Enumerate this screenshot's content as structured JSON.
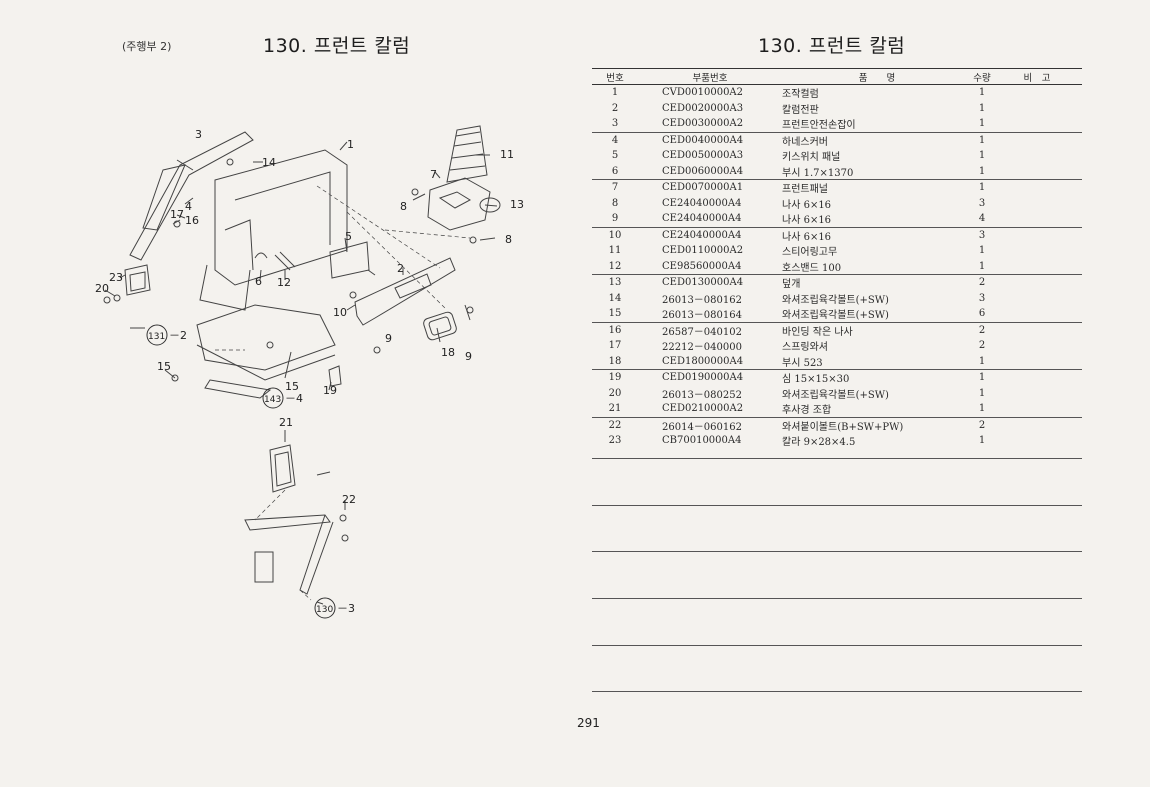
{
  "header": {
    "section_label": "(주행부 2)",
    "title_left": "130. 프런트 칼럼",
    "title_right": "130. 프런트 칼럼"
  },
  "table": {
    "headers": {
      "no": "번호",
      "part_no": "부품번호",
      "name": "품　　명",
      "qty": "수량",
      "remark": "비　고"
    },
    "rows": [
      {
        "no": "1",
        "part_no": "CVD0010000A2",
        "name": "조작컬럼",
        "qty": "1"
      },
      {
        "no": "2",
        "part_no": "CED0020000A3",
        "name": "칼럼전판",
        "qty": "1"
      },
      {
        "no": "3",
        "part_no": "CED0030000A2",
        "name": "프런트안전손잡이",
        "qty": "1"
      },
      {
        "no": "4",
        "part_no": "CED0040000A4",
        "name": "하네스커버",
        "qty": "1"
      },
      {
        "no": "5",
        "part_no": "CED0050000A3",
        "name": "키스위치 패널",
        "qty": "1"
      },
      {
        "no": "6",
        "part_no": "CED0060000A4",
        "name": "부시 1.7×1370",
        "qty": "1"
      },
      {
        "no": "7",
        "part_no": "CED0070000A1",
        "name": "프런트패널",
        "qty": "1"
      },
      {
        "no": "8",
        "part_no": "CE24040000A4",
        "name": "나사 6×16",
        "qty": "3"
      },
      {
        "no": "9",
        "part_no": "CE24040000A4",
        "name": "나사 6×16",
        "qty": "4"
      },
      {
        "no": "10",
        "part_no": "CE24040000A4",
        "name": "나사 6×16",
        "qty": "3"
      },
      {
        "no": "11",
        "part_no": "CED0110000A2",
        "name": "스티어링고무",
        "qty": "1"
      },
      {
        "no": "12",
        "part_no": "CE98560000A4",
        "name": "호스밴드 100",
        "qty": "1"
      },
      {
        "no": "13",
        "part_no": "CED0130000A4",
        "name": "덮개",
        "qty": "2"
      },
      {
        "no": "14",
        "part_no": "26013－080162",
        "name": "와셔조립육각볼트(+SW)",
        "qty": "3"
      },
      {
        "no": "15",
        "part_no": "26013－080164",
        "name": "와셔조립육각볼트(+SW)",
        "qty": "6"
      },
      {
        "no": "16",
        "part_no": "26587－040102",
        "name": "바인딩 작은 나사",
        "qty": "2"
      },
      {
        "no": "17",
        "part_no": "22212－040000",
        "name": "스프링와셔",
        "qty": "2"
      },
      {
        "no": "18",
        "part_no": "CED1800000A4",
        "name": "부시 523",
        "qty": "1"
      },
      {
        "no": "19",
        "part_no": "CED0190000A4",
        "name": "심 15×15×30",
        "qty": "1"
      },
      {
        "no": "20",
        "part_no": "26013－080252",
        "name": "와셔조립육각볼트(+SW)",
        "qty": "1"
      },
      {
        "no": "21",
        "part_no": "CED0210000A2",
        "name": "후사경 조합",
        "qty": "1"
      },
      {
        "no": "22",
        "part_no": "26014－060162",
        "name": "와셔붙이볼트(B+SW+PW)",
        "qty": "2"
      },
      {
        "no": "23",
        "part_no": "CB70010000A4",
        "name": "칼라 9×28×4.5",
        "qty": "1"
      }
    ]
  },
  "diagram": {
    "callouts": [
      "1",
      "2",
      "3",
      "4",
      "5",
      "6",
      "7",
      "8",
      "9",
      "10",
      "11",
      "12",
      "13",
      "14",
      "15",
      "16",
      "17",
      "18",
      "19",
      "20",
      "21",
      "22",
      "23"
    ],
    "references": [
      {
        "num": "131",
        "suffix": "－2"
      },
      {
        "num": "143",
        "suffix": "－4"
      },
      {
        "num": "130",
        "suffix": "－3"
      }
    ]
  },
  "footer": {
    "page_number": "291"
  }
}
